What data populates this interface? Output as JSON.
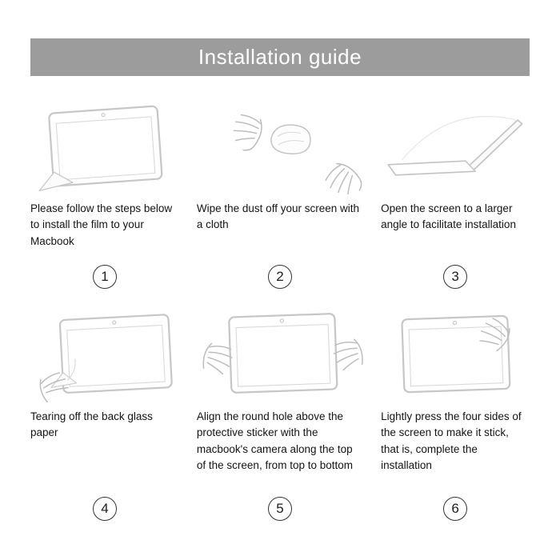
{
  "header": {
    "title": "Installation guide",
    "background_color": "#9c9c9c",
    "text_color": "#ffffff"
  },
  "illustration_style": {
    "tablet_stroke_color": "#c7c7c7",
    "hand_stroke_color": "#bdbdbd"
  },
  "steps": [
    {
      "number": "1",
      "caption": "Please follow the steps below to install the film to your Macbook",
      "illustration": "macbook-screen-with-film-peel-corner"
    },
    {
      "number": "2",
      "caption": "Wipe the dust off your screen with a cloth",
      "illustration": "hands-wiping-screen-with-cloth"
    },
    {
      "number": "3",
      "caption": "Open the screen to a larger angle to facilitate installation",
      "illustration": "laptop-opened-to-wide-angle"
    },
    {
      "number": "4",
      "caption": "Tearing off the back glass paper",
      "illustration": "hand-tearing-back-glass-paper"
    },
    {
      "number": "5",
      "caption": "Align the round hole above the protective sticker with the macbook's camera along the top of the screen, from top to bottom",
      "illustration": "hands-aligning-film-with-camera-hole"
    },
    {
      "number": "6",
      "caption": "Lightly press the four sides of the screen to make it stick, that is, complete the installation",
      "illustration": "hand-pressing-four-sides-of-screen"
    }
  ]
}
